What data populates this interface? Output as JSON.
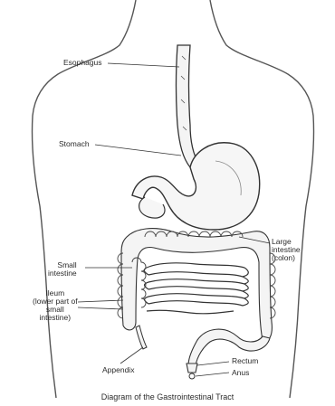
{
  "diagram": {
    "caption": "Diagram of the Gastrointestinal Tract",
    "labels": {
      "esophagus": "Esophagus",
      "stomach": "Stomach",
      "small_intestine": "Small\nintestine",
      "large_intestine": "Large\nintestine\n(colon)",
      "ileum": "Ileum\n(lower part of\nsmall\nintestine)",
      "appendix": "Appendix",
      "rectum": "Rectum",
      "anus": "Anus"
    }
  }
}
